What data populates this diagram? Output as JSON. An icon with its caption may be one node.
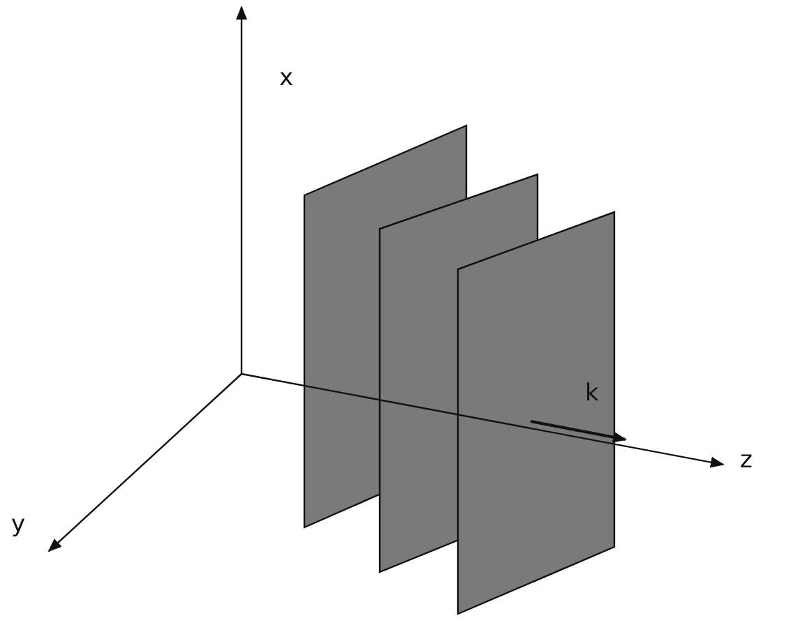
{
  "diagram": {
    "labels": [
      "x",
      "k",
      "z",
      "y"
    ]
  }
}
